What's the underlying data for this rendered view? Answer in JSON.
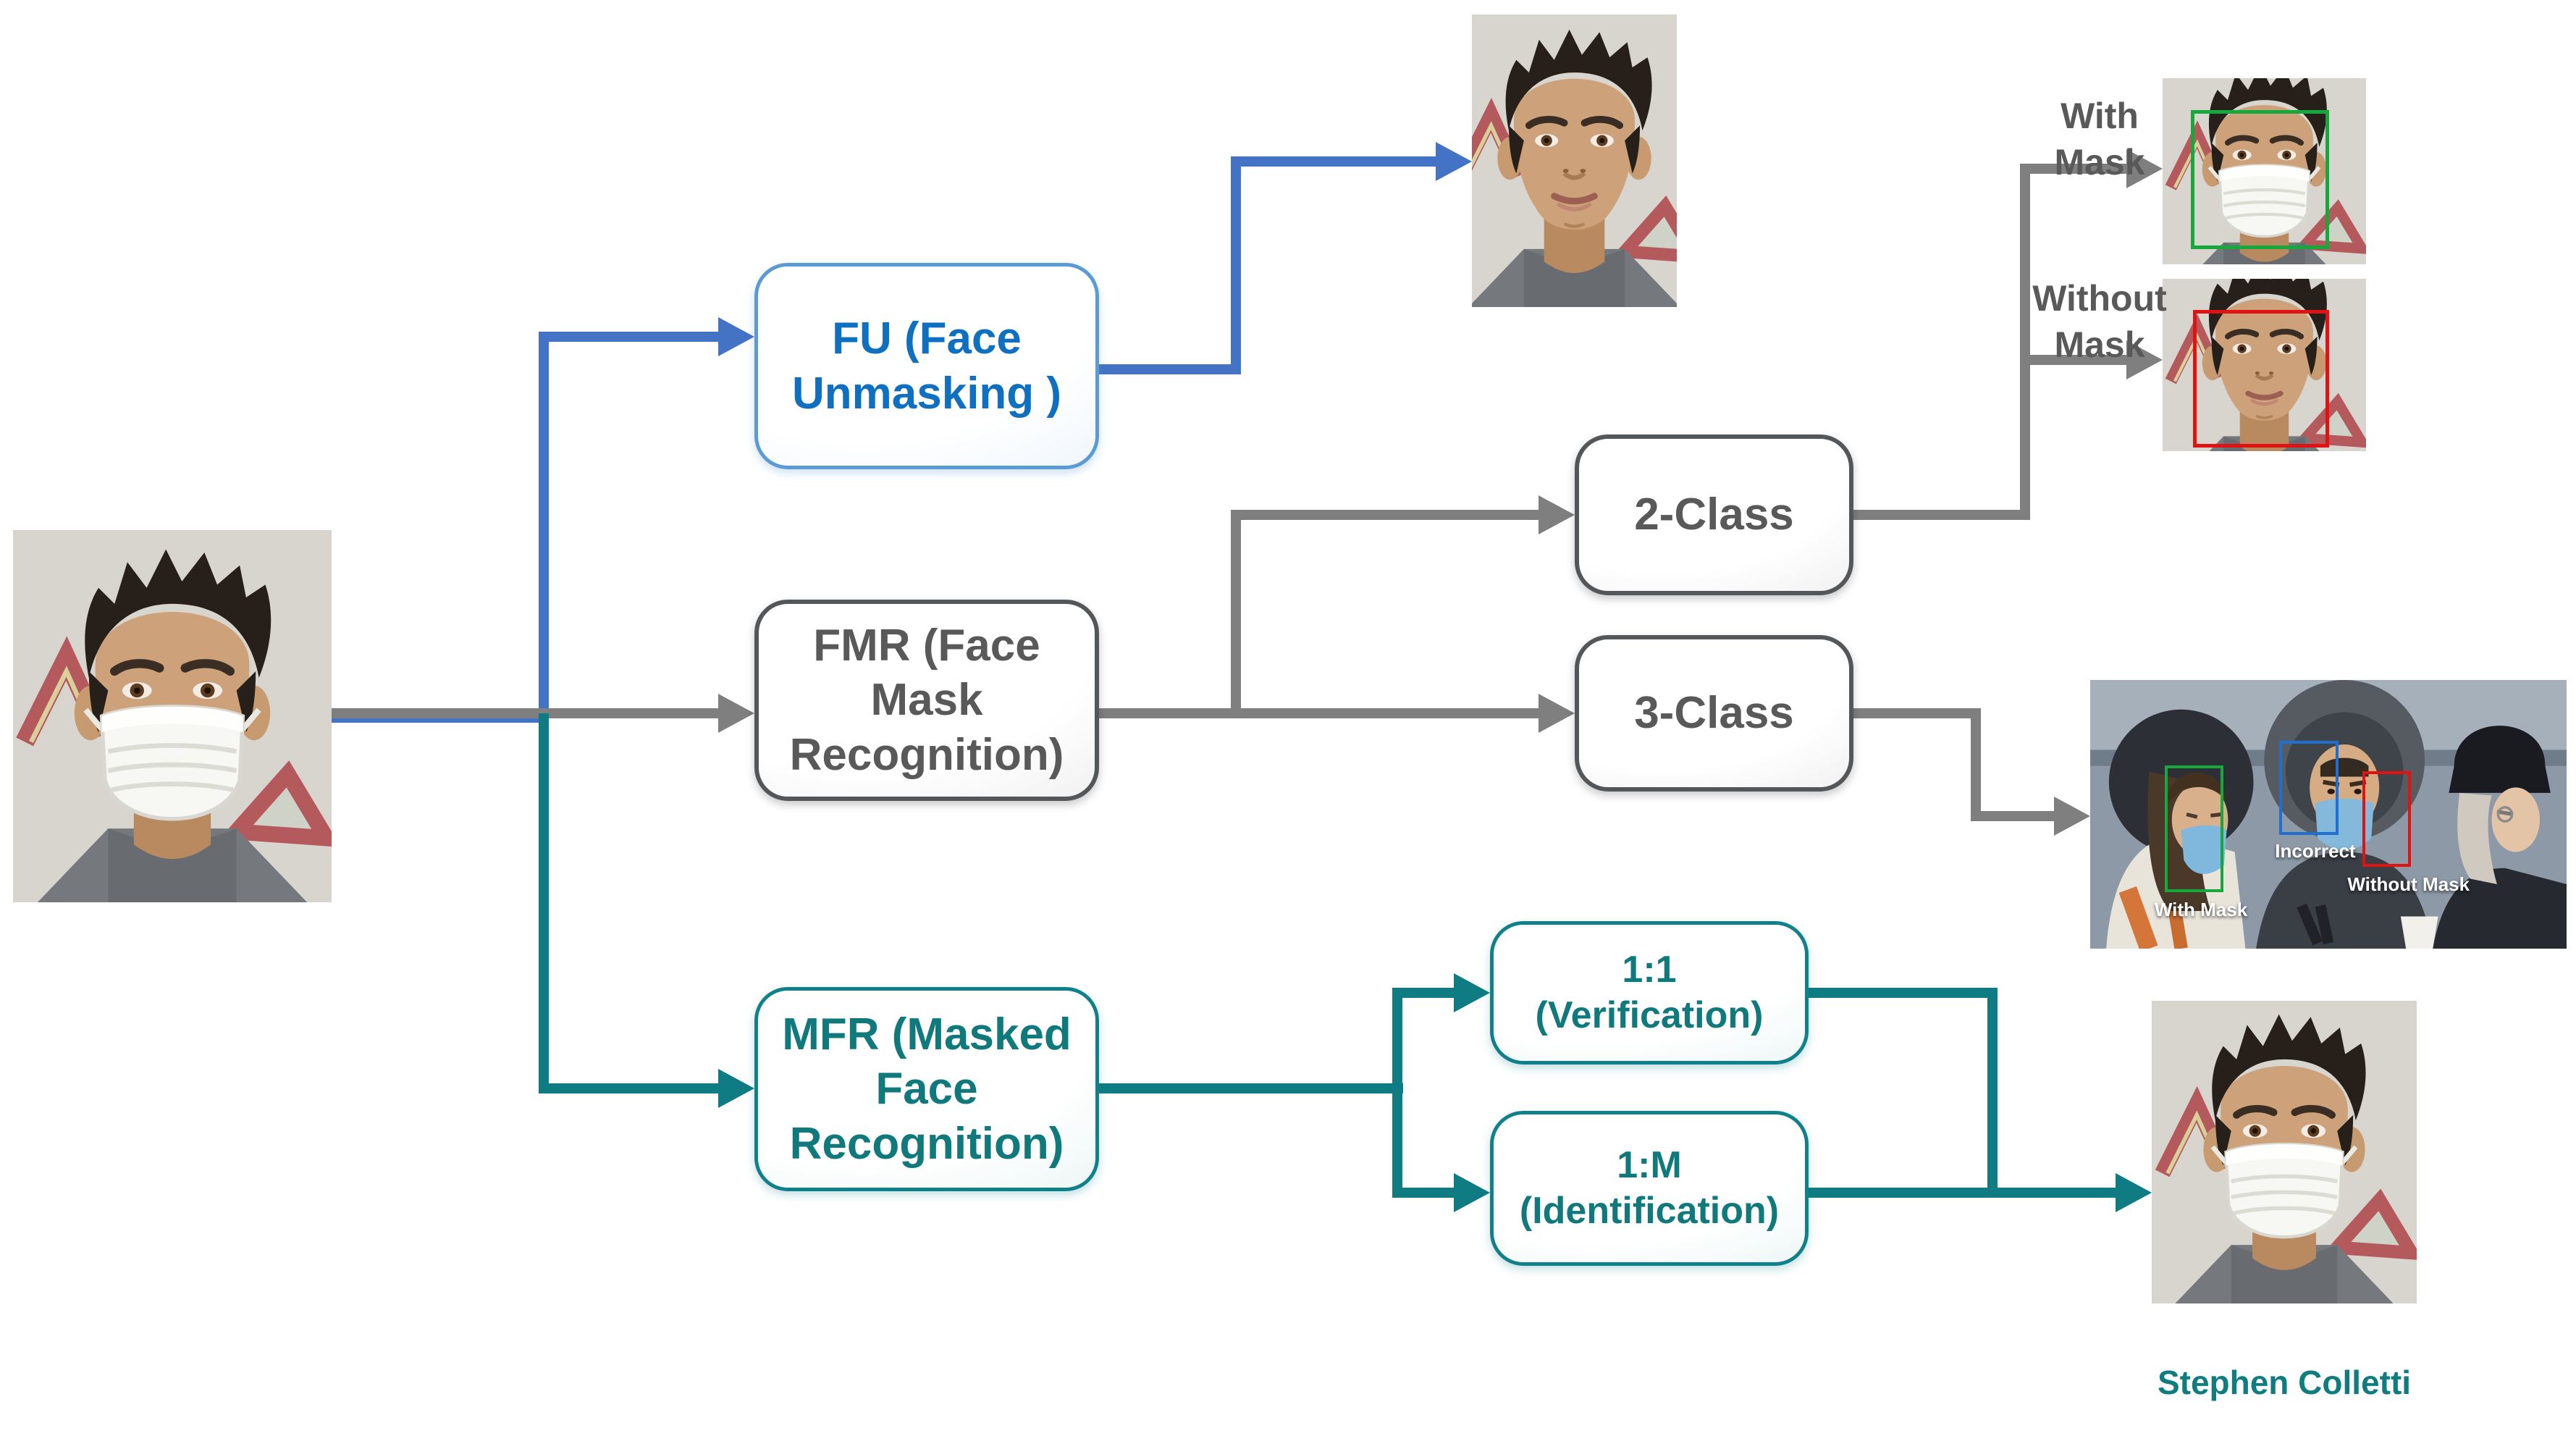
{
  "figure": {
    "boxes": {
      "fu": "FU (Face Unmasking )",
      "fmr": "FMR (Face Mask Recognition)",
      "mfr": "MFR (Masked Face Recognition)",
      "two_class": "2-Class",
      "three_class": "3-Class",
      "verification": "1:1 (Verification)",
      "identification": "1:M (Identification)"
    },
    "side_labels": {
      "with_mask": "With Mask",
      "without_mask": "Without Mask"
    },
    "group_annotations": {
      "left": "With Mask",
      "center": "Incorrect",
      "right": "Without Mask"
    },
    "result_name": "Stephen Colletti",
    "colors": {
      "fu_text": "#0F6FC0",
      "fu_border": "#5B9BD5",
      "blue_line": "#4472C4",
      "gray_line": "#7F7F7F",
      "gray_text": "#595959",
      "teal": "#0E7C82",
      "bbox_green": "#17A83B",
      "bbox_blue": "#1F6FD0",
      "bbox_red": "#E01212"
    }
  }
}
